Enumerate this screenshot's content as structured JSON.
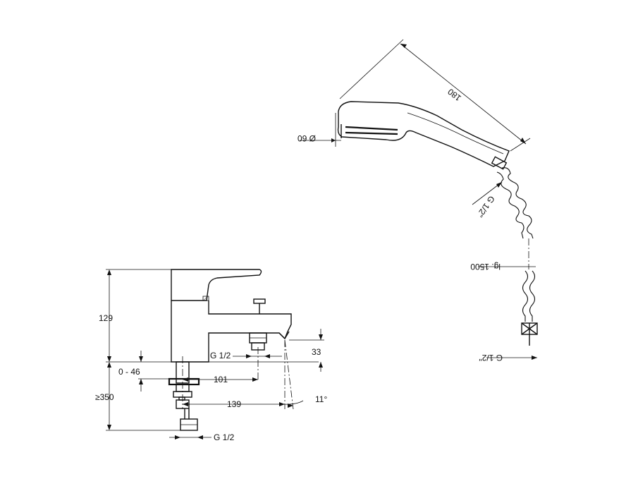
{
  "labels": {
    "dim_129": "129",
    "dim_0_46": "0 - 46",
    "dim_350": "≥350",
    "dim_g12_top": "G 1/2",
    "dim_101": "101",
    "dim_139": "139",
    "dim_33": "33",
    "dim_11deg": "11°",
    "dim_g12_bottom": "G 1/2",
    "dim_180": "180",
    "dim_diam60": "Ø 60",
    "dim_g12_handset": "G 1/2\"",
    "dim_lg1500": "lg. 1500",
    "dim_g12_hose": "G 1/2\""
  },
  "colors": {
    "line": "#111111",
    "background": "#ffffff"
  }
}
